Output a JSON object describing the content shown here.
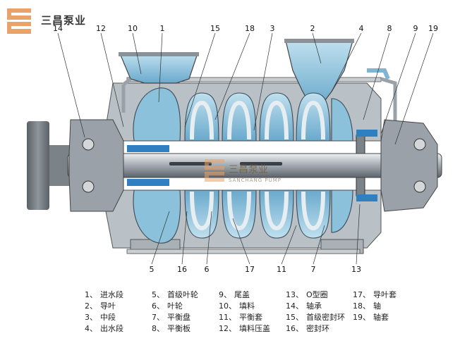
{
  "brand": {
    "name": "三昌泵业",
    "watermark": "三昌泵业",
    "watermark_sub": "SANCHANG PUMP"
  },
  "colors": {
    "steel_dark": "#4a4f55",
    "steel_mid": "#9aa1a8",
    "steel_light": "#d8dde1",
    "water": "#9fcbe0",
    "water_dark": "#5a9cbf",
    "accent_blue": "#2f7fc1",
    "logo_orange": "#e8a36b"
  },
  "callouts_top": [
    "14",
    "12",
    "10",
    "1",
    "15",
    "18",
    "3",
    "2",
    "4",
    "8",
    "9",
    "19"
  ],
  "callouts_bottom": [
    "5",
    "16",
    "6",
    "17",
    "11",
    "7",
    "13"
  ],
  "legend": [
    {
      "num": "1、",
      "text": "进水段"
    },
    {
      "num": "2、",
      "text": "导叶"
    },
    {
      "num": "3、",
      "text": "中段"
    },
    {
      "num": "4、",
      "text": "出水段"
    },
    {
      "num": "5、",
      "text": "首级叶轮"
    },
    {
      "num": "6、",
      "text": "叶轮"
    },
    {
      "num": "7、",
      "text": "平衡盘"
    },
    {
      "num": "8、",
      "text": "平衡板"
    },
    {
      "num": "9、",
      "text": "尾盖"
    },
    {
      "num": "10、",
      "text": "填料"
    },
    {
      "num": "11、",
      "text": "平衡套"
    },
    {
      "num": "12、",
      "text": "填料压盖"
    },
    {
      "num": "13、",
      "text": "O型圈"
    },
    {
      "num": "14、",
      "text": "轴承"
    },
    {
      "num": "15、",
      "text": "首级密封环"
    },
    {
      "num": "16、",
      "text": "密封环"
    },
    {
      "num": "17、",
      "text": "导叶套"
    },
    {
      "num": "18、",
      "text": "轴"
    },
    {
      "num": "19、",
      "text": "轴套"
    }
  ]
}
